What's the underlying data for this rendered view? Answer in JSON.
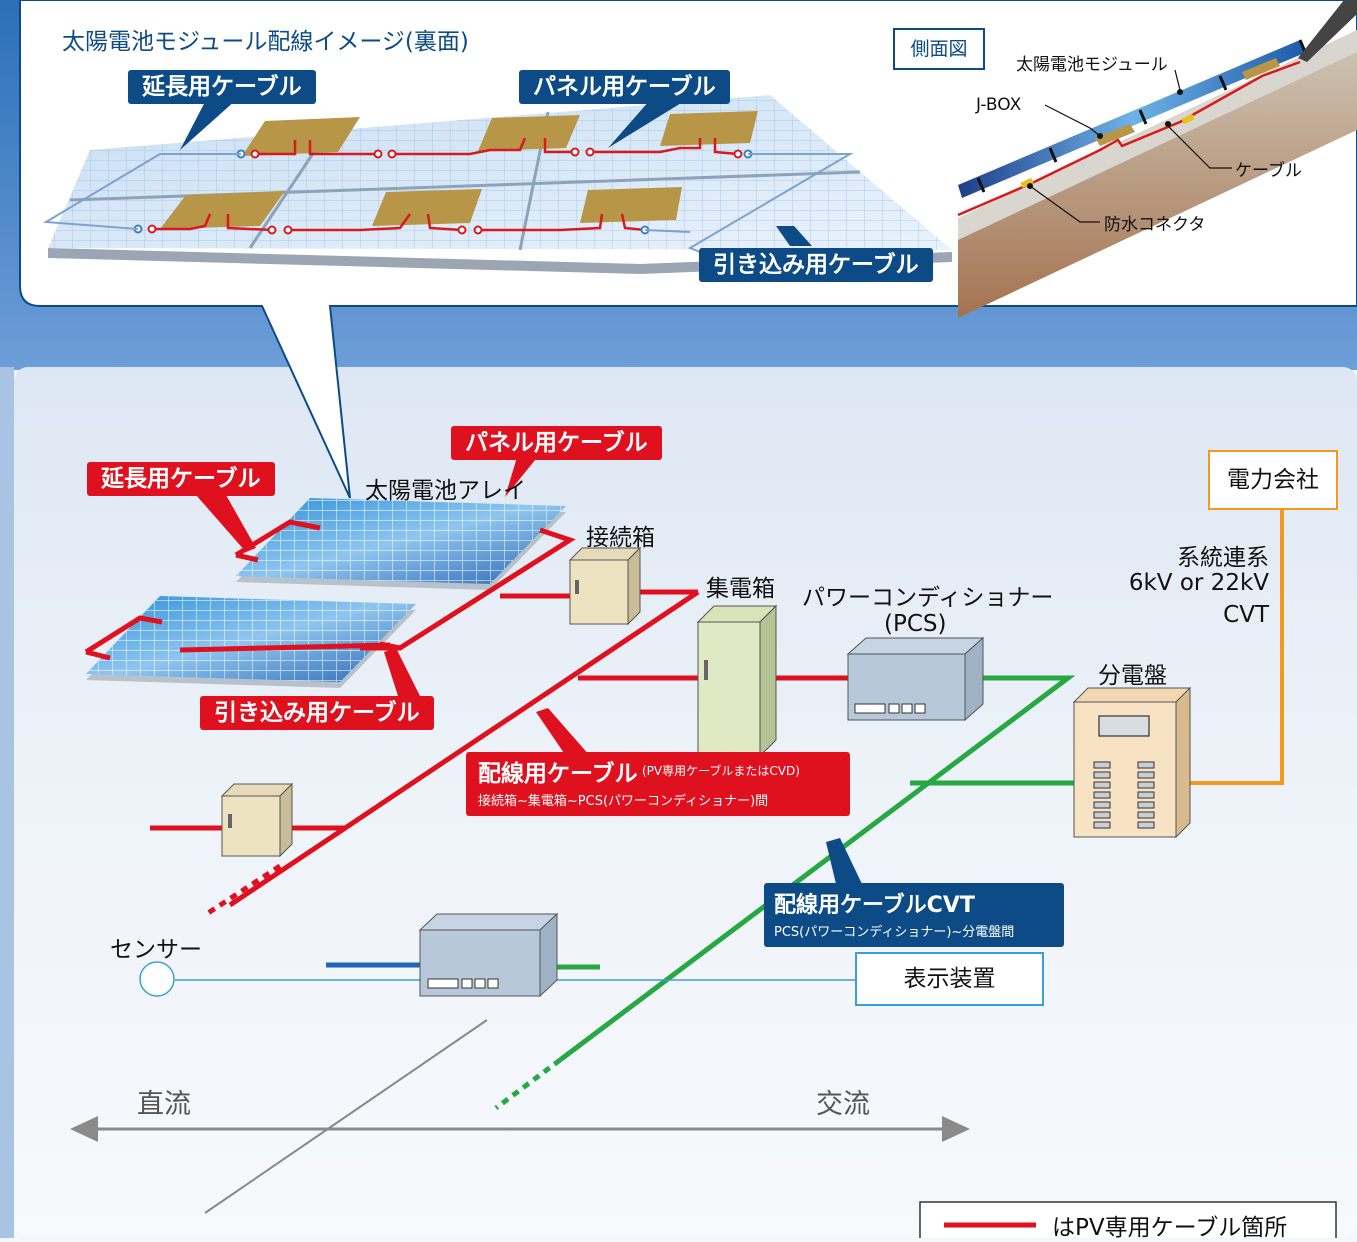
{
  "callout": {
    "title": "太陽電池モジュール配線イメージ(裏面)",
    "label_extension": "延長用ケーブル",
    "label_panel": "パネル用ケーブル",
    "label_leadin": "引き込み用ケーブル"
  },
  "side_view": {
    "title": "側面図",
    "module": "太陽電池モジュール",
    "jbox": "J-BOX",
    "cable": "ケーブル",
    "connector": "防水コネクタ"
  },
  "main": {
    "panel_cable": "パネル用ケーブル",
    "extension_cable": "延長用ケーブル",
    "array": "太陽電池アレイ",
    "junction_box": "接続箱",
    "collector_box": "集電箱",
    "pcs_line1": "パワーコンディショナー",
    "pcs_line2": "(PCS)",
    "utility": "電力会社",
    "grid_line1": "系統連系",
    "grid_line2": "6kV or 22kV",
    "grid_line3": "CVT",
    "distribution_board": "分電盤",
    "leadin_cable": "引き込み用ケーブル",
    "wiring_cable_title": "配線用ケーブル",
    "wiring_cable_note": "(PV専用ケーブルまたはCVD)",
    "wiring_cable_sub": "接続箱~集電箱~PCS(パワーコンディショナー)間",
    "cvt_title": "配線用ケーブルCVT",
    "cvt_sub": "PCS(パワーコンディショナー)~分電盤間",
    "sensor": "センサー",
    "display": "表示装置",
    "dc": "直流",
    "ac": "交流",
    "legend": "はPV専用ケーブル箇所"
  },
  "colors": {
    "pv_cable": "#e0111f",
    "cvt_cable": "#27a844",
    "label_blue": "#0d4b86",
    "utility_line": "#f39a1e",
    "signal_line": "#3a9fd8"
  }
}
